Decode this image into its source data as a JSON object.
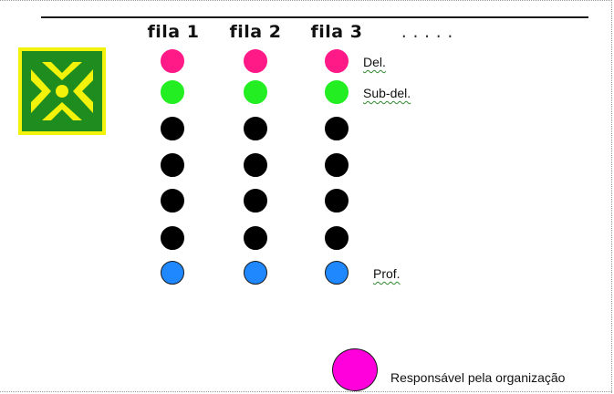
{
  "columns": [
    "fila 1",
    "fila 2",
    "fila 3"
  ],
  "ellipsis": ".....",
  "rows": [
    {
      "color": "#ff1a88",
      "border": "#ff1a88",
      "label": "Del."
    },
    {
      "color": "#22ee22",
      "border": "#22ee22",
      "label": "Sub-del."
    },
    {
      "color": "#000000",
      "border": "#000000",
      "label": ""
    },
    {
      "color": "#000000",
      "border": "#000000",
      "label": ""
    },
    {
      "color": "#000000",
      "border": "#000000",
      "label": ""
    },
    {
      "color": "#000000",
      "border": "#000000",
      "label": ""
    },
    {
      "color": "#1f88ff",
      "border": "#1a1a1a",
      "label": "Prof."
    }
  ],
  "responsible": {
    "label": "Responsável pela organização",
    "color": "#ff00dd"
  },
  "logo": {
    "icon": "four-arrows-inward-icon",
    "bg": "#1e8c1e",
    "frame": "#f2f20a",
    "arrow": "#f2f20a"
  }
}
